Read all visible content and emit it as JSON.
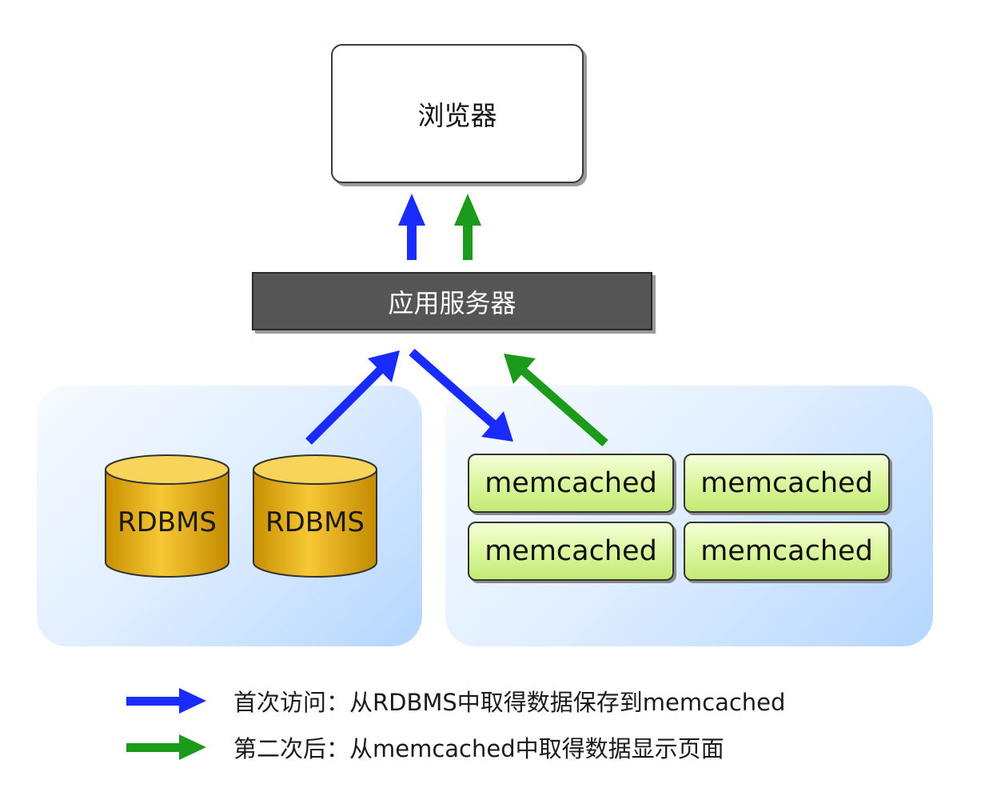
{
  "nodes": {
    "browser": "浏览器",
    "app_server": "应用服务器",
    "databases": [
      "RDBMS",
      "RDBMS"
    ],
    "caches": [
      "memcached",
      "memcached",
      "memcached",
      "memcached"
    ]
  },
  "colors": {
    "first_access": "#1a2bff",
    "subsequent_access": "#1b9a1b",
    "database": "#f2c230",
    "cache": "#d9f59a",
    "server": "#555555"
  },
  "legend": [
    {
      "color": "#1a2bff",
      "text": "首次访问：从RDBMS中取得数据保存到memcached"
    },
    {
      "color": "#1b9a1b",
      "text": "第二次后：从memcached中取得数据显示页面"
    }
  ]
}
